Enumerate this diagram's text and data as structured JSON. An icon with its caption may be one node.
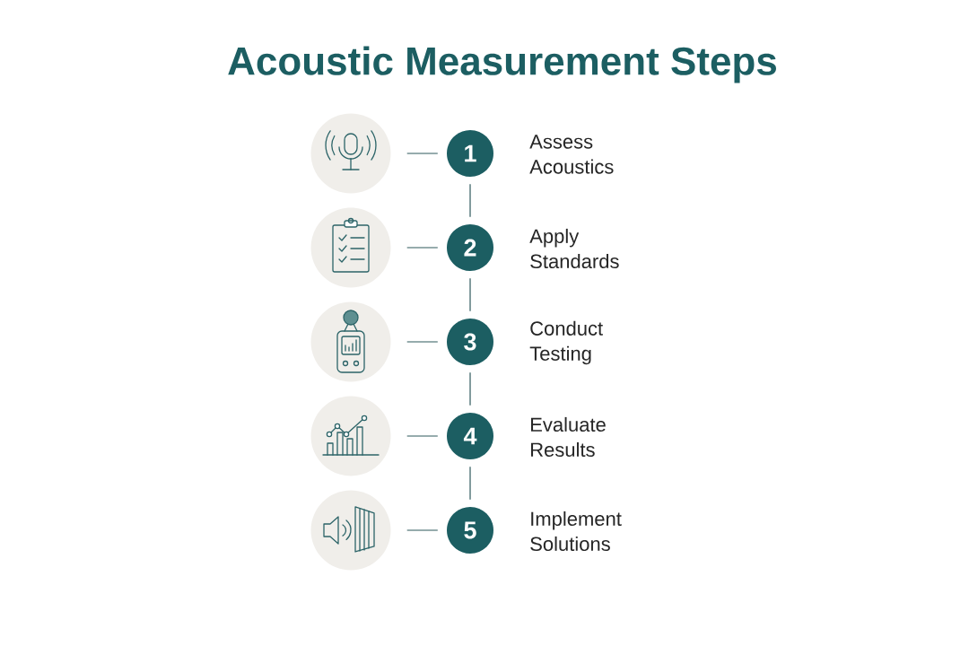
{
  "diagram": {
    "title": "Acoustic Measurement Steps",
    "nodes": [
      {
        "text": [],
        "shape": "circle"
      },
      {
        "text": [
          "1"
        ],
        "beside": [
          "Assess Acoustics"
        ]
      },
      {
        "text": [],
        "shape": "circle"
      },
      {
        "text": [
          "2"
        ],
        "beside": [
          "Apply Standards"
        ]
      },
      {
        "text": [],
        "shape": "circle"
      },
      {
        "text": [
          "3"
        ],
        "beside": [
          "Conduct Testing"
        ]
      },
      {
        "text": [],
        "shape": "circle"
      },
      {
        "text": [
          "4"
        ],
        "beside": [
          "Evaluate Results"
        ]
      },
      {
        "text": [],
        "shape": "circle"
      },
      {
        "text": [
          "5"
        ],
        "beside": [
          "Implement Solutions"
        ]
      }
    ],
    "edges": [
      {
        "from": 0,
        "to": 1,
        "arrow": "none"
      },
      {
        "from": 1,
        "to": 3,
        "arrow": "none"
      },
      {
        "from": 2,
        "to": 3,
        "arrow": "none"
      },
      {
        "from": 3,
        "to": 5,
        "arrow": "none"
      },
      {
        "from": 4,
        "to": 5,
        "arrow": "none"
      },
      {
        "from": 5,
        "to": 7,
        "arrow": "none"
      },
      {
        "from": 6,
        "to": 7,
        "arrow": "none"
      },
      {
        "from": 7,
        "to": 9,
        "arrow": "none"
      },
      {
        "from": 8,
        "to": 9,
        "arrow": "none"
      }
    ]
  }
}
